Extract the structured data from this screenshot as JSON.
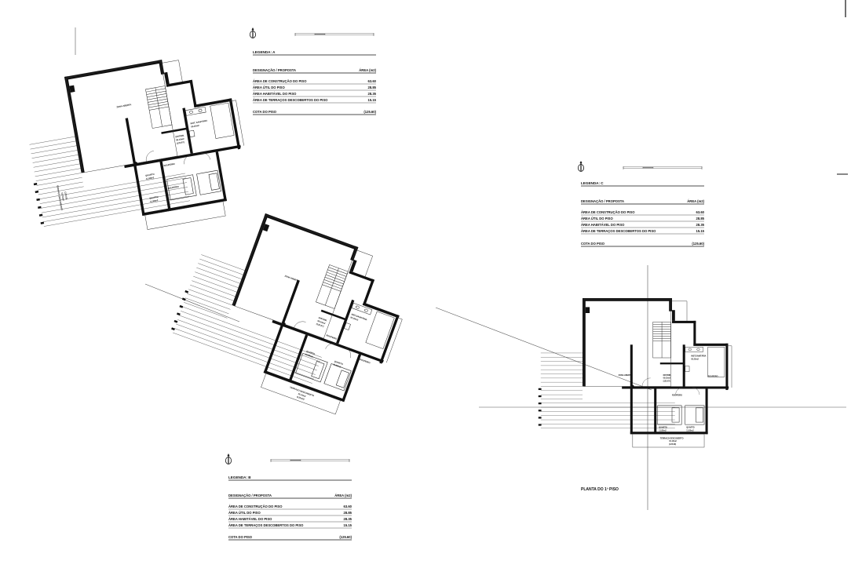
{
  "legends": [
    {
      "id": "a",
      "title": "LEGENDA: A",
      "header": {
        "left": "DESIGNAÇÃO / PROPOSTA",
        "right": "ÁREA (m2)"
      },
      "rows": [
        {
          "label": "ÁREA DE CONSTRUÇÃO DO PISO",
          "value": "63.60"
        },
        {
          "label": "ÁREA ÚTIL DO PISO",
          "value": "28.85"
        },
        {
          "label": "ÁREA HABITÁVEL DO PISO",
          "value": "28.35"
        },
        {
          "label": "ÁREA DE TERRAÇOS DESCOBERTOS DO PISO",
          "value": "15.15"
        }
      ],
      "cota": {
        "label": "COTA DO PISO",
        "value": "(125.60)"
      }
    },
    {
      "id": "b",
      "title": "LEGENDA: B",
      "header": {
        "left": "DESIGNAÇÃO / PROPOSTA",
        "right": "ÁREA (m2)"
      },
      "rows": [
        {
          "label": "ÁREA DE CONSTRUÇÃO DO PISO",
          "value": "63.60"
        },
        {
          "label": "ÁREA ÚTIL DO PISO",
          "value": "28.85"
        },
        {
          "label": "ÁREA HABITÁVEL DO PISO",
          "value": "28.35"
        },
        {
          "label": "ÁREA DE TERRAÇOS DESCOBERTOS DO PISO",
          "value": "15.15"
        }
      ],
      "cota": {
        "label": "COTA DO PISO",
        "value": "(125.60)"
      }
    },
    {
      "id": "c",
      "title": "LEGENDA: C",
      "header": {
        "left": "DESIGNAÇÃO / PROPOSTA",
        "right": "ÁREA (m2)"
      },
      "rows": [
        {
          "label": "ÁREA DE CONSTRUÇÃO DO PISO",
          "value": "63.60"
        },
        {
          "label": "ÁREA ÚTIL DO PISO",
          "value": "28.85"
        },
        {
          "label": "ÁREA HABITÁVEL DO PISO",
          "value": "28.35"
        },
        {
          "label": "ÁREA DE TERRAÇOS DESCOBERTOS DO PISO",
          "value": "15.15"
        }
      ],
      "cota": {
        "label": "COTA DO PISO",
        "value": "(125.60)"
      }
    }
  ],
  "plans": {
    "a": {
      "zona": "ZONA ABERTA",
      "quarto1": "QUARTO",
      "quarto1_area": "11.80m2",
      "quarto2": "QUARTO",
      "quarto2_area": "11.80m2",
      "terraco": "TERRAÇO DESCOBERTO",
      "terraco_area": "15.15m2",
      "terraco_cota": "(125.60)",
      "roupeiro": "ROUPEIRO",
      "roupeiro2": "ROUPEIRO",
      "distrib": "DISTRIB.",
      "distrib_area": "09.15m2",
      "distrib_cota": "(125.67)",
      "inst": "INST. SANITÁRIA",
      "inst_area": "05.25m2"
    },
    "b": {
      "zona": "ZONA ABERTA",
      "quarto1": "QUARTO",
      "quarto1_area": "11.80m2",
      "quarto2": "QUARTO",
      "quarto2_area": "11.80m2",
      "terraco": "TERRAÇO DESCOBERTO",
      "terraco_area": "15.15m2",
      "terraco_cota": "(125.60)",
      "roupeiro": "ROUPEIRO",
      "roupeiro2": "ROUPEIRO",
      "distrib": "DISTRIB.",
      "distrib_area": "09.15m2",
      "distrib_cota": "(125.67)",
      "inst": "INST.SANITÁRIA",
      "inst_area": "05.25m2"
    },
    "c": {
      "zona": "ZONA ABERTA",
      "quarto1": "QUARTO",
      "quarto1_area": "11.80m2",
      "quarto2": "QUARTO",
      "quarto2_area": "11.80m2",
      "terraco": "TERRAÇO DESCOBERTO",
      "terraco_area": "15.15m2",
      "terraco_cota": "(125.60)",
      "roupeiro": "ROUPEIRO",
      "roupeiro2": "ROUPEIRO",
      "distrib": "DISTRIB.",
      "distrib_area": "09.15m2",
      "distrib_cota": "(125.67)",
      "inst": "INST.SANITÁRIA",
      "inst_area": "05.25m2"
    }
  },
  "plan_caption": "PLANTA DO 1º PISO"
}
